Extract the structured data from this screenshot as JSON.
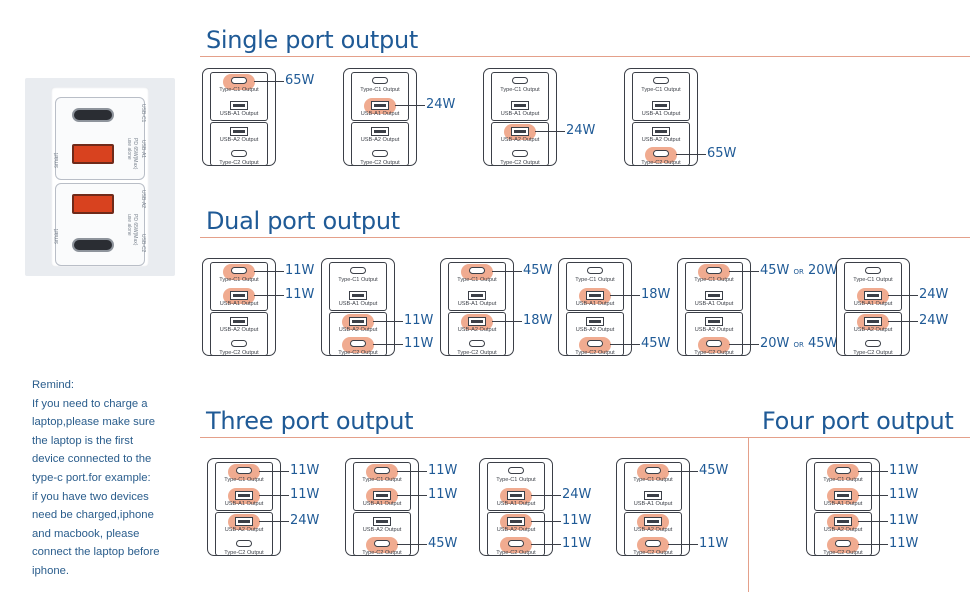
{
  "titles": {
    "single": "Single port output",
    "dual": "Dual port output",
    "three": "Three port output",
    "four": "Four port output"
  },
  "photo": {
    "labels_top": [
      "USB-C1",
      "USB-A1",
      "PD 65W(Max)",
      "use alone"
    ],
    "labels_bottom": [
      "USB-A2",
      "USB-C2",
      "PD 65W(Max)",
      "use alone"
    ],
    "smart": "smart"
  },
  "remind": {
    "title": "Remind:",
    "lines": [
      "If you need to charge a",
      "laptop,please make sure",
      "the laptop is the first",
      "device connected to the",
      "type-c port.for example:",
      "if you have two devices",
      "need be charged,iphone",
      "and macbook, please",
      "connect the laptop before",
      "iphone."
    ]
  },
  "port_labels": [
    "Type-C1 Output",
    "USB-A1 Output",
    "USB-A2 Output",
    "Type-C2 Output"
  ],
  "colors": {
    "highlight": "#f0ab90",
    "title": "#1f5a96",
    "rule": "#e4a08a"
  },
  "units": [
    {
      "group": "single",
      "active": [
        true,
        false,
        false,
        false
      ],
      "watts": [
        "65W",
        "",
        "",
        ""
      ]
    },
    {
      "group": "single",
      "active": [
        false,
        true,
        false,
        false
      ],
      "watts": [
        "",
        "24W",
        "",
        ""
      ]
    },
    {
      "group": "single",
      "active": [
        false,
        false,
        true,
        false
      ],
      "watts": [
        "",
        "",
        "24W",
        ""
      ]
    },
    {
      "group": "single",
      "active": [
        false,
        false,
        false,
        true
      ],
      "watts": [
        "",
        "",
        "",
        "65W"
      ]
    },
    {
      "group": "dual",
      "active": [
        true,
        true,
        false,
        false
      ],
      "watts": [
        "11W",
        "11W",
        "",
        ""
      ]
    },
    {
      "group": "dual",
      "active": [
        false,
        false,
        true,
        true
      ],
      "watts": [
        "",
        "",
        "11W",
        "11W"
      ]
    },
    {
      "group": "dual",
      "active": [
        true,
        false,
        true,
        false
      ],
      "watts": [
        "45W",
        "",
        "18W",
        ""
      ]
    },
    {
      "group": "dual",
      "active": [
        false,
        true,
        false,
        true
      ],
      "watts": [
        "",
        "18W",
        "",
        "45W"
      ]
    },
    {
      "group": "dual",
      "active": [
        true,
        false,
        false,
        true
      ],
      "watts": [
        "45W|20W",
        "",
        "",
        "20W|45W"
      ]
    },
    {
      "group": "dual",
      "active": [
        false,
        true,
        true,
        false
      ],
      "watts": [
        "",
        "24W",
        "24W",
        ""
      ]
    },
    {
      "group": "three",
      "active": [
        true,
        true,
        true,
        false
      ],
      "watts": [
        "11W",
        "11W",
        "24W",
        ""
      ]
    },
    {
      "group": "three",
      "active": [
        true,
        true,
        false,
        true
      ],
      "watts": [
        "11W",
        "11W",
        "",
        "45W"
      ]
    },
    {
      "group": "three",
      "active": [
        false,
        true,
        true,
        true
      ],
      "watts": [
        "",
        "24W",
        "11W",
        "11W"
      ]
    },
    {
      "group": "three",
      "active": [
        true,
        false,
        true,
        true
      ],
      "watts": [
        "45W",
        "",
        "",
        "11W"
      ]
    },
    {
      "group": "four",
      "active": [
        true,
        true,
        true,
        true
      ],
      "watts": [
        "11W",
        "11W",
        "11W",
        "11W"
      ]
    }
  ],
  "or_word": "OR"
}
